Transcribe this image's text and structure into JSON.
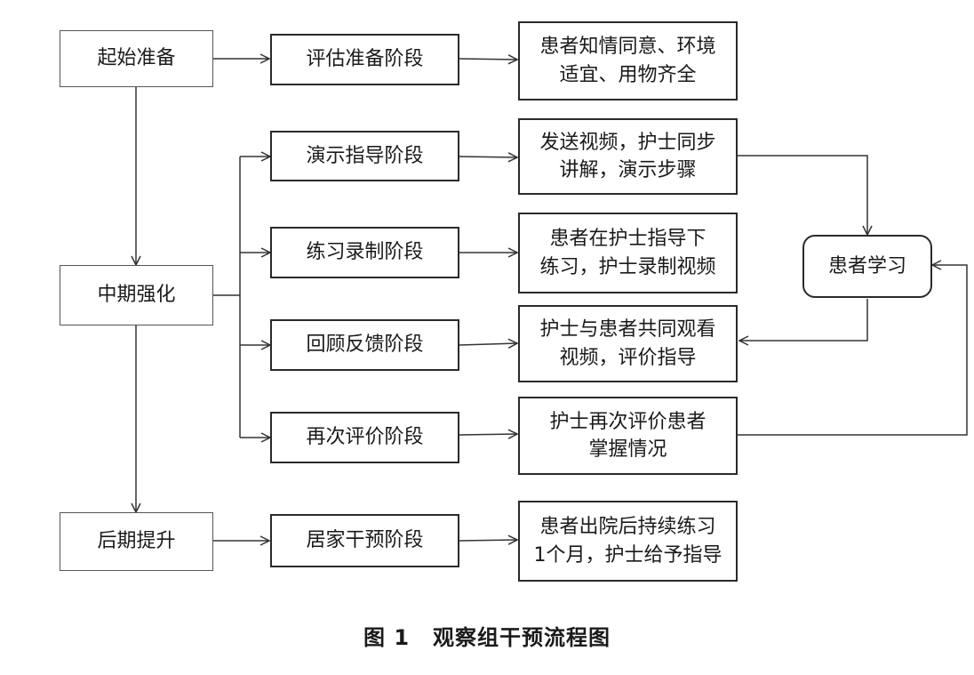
{
  "figure": {
    "number": "图 1",
    "title": "观察组干预流程图"
  },
  "stages": {
    "start": "起始准备",
    "middle": "中期强化",
    "late": "后期提升"
  },
  "phases": {
    "assess": "评估准备阶段",
    "demo": "演示指导阶段",
    "practice": "练习录制阶段",
    "review": "回顾反馈阶段",
    "reeval": "再次评价阶段",
    "home": "居家干预阶段"
  },
  "details": {
    "assess": "患者知情同意、环境\n适宜、用物齐全",
    "demo": "发送视频，护士同步\n讲解，演示步骤",
    "practice": "患者在护士指导下\n练习，护士录制视频",
    "review": "护士与患者共同观看\n视频，评价指导",
    "reeval": "护士再次评价患者\n掌握情况",
    "home": "患者出院后持续练习\n1个月，护士给予指导"
  },
  "learning": "患者学习"
}
